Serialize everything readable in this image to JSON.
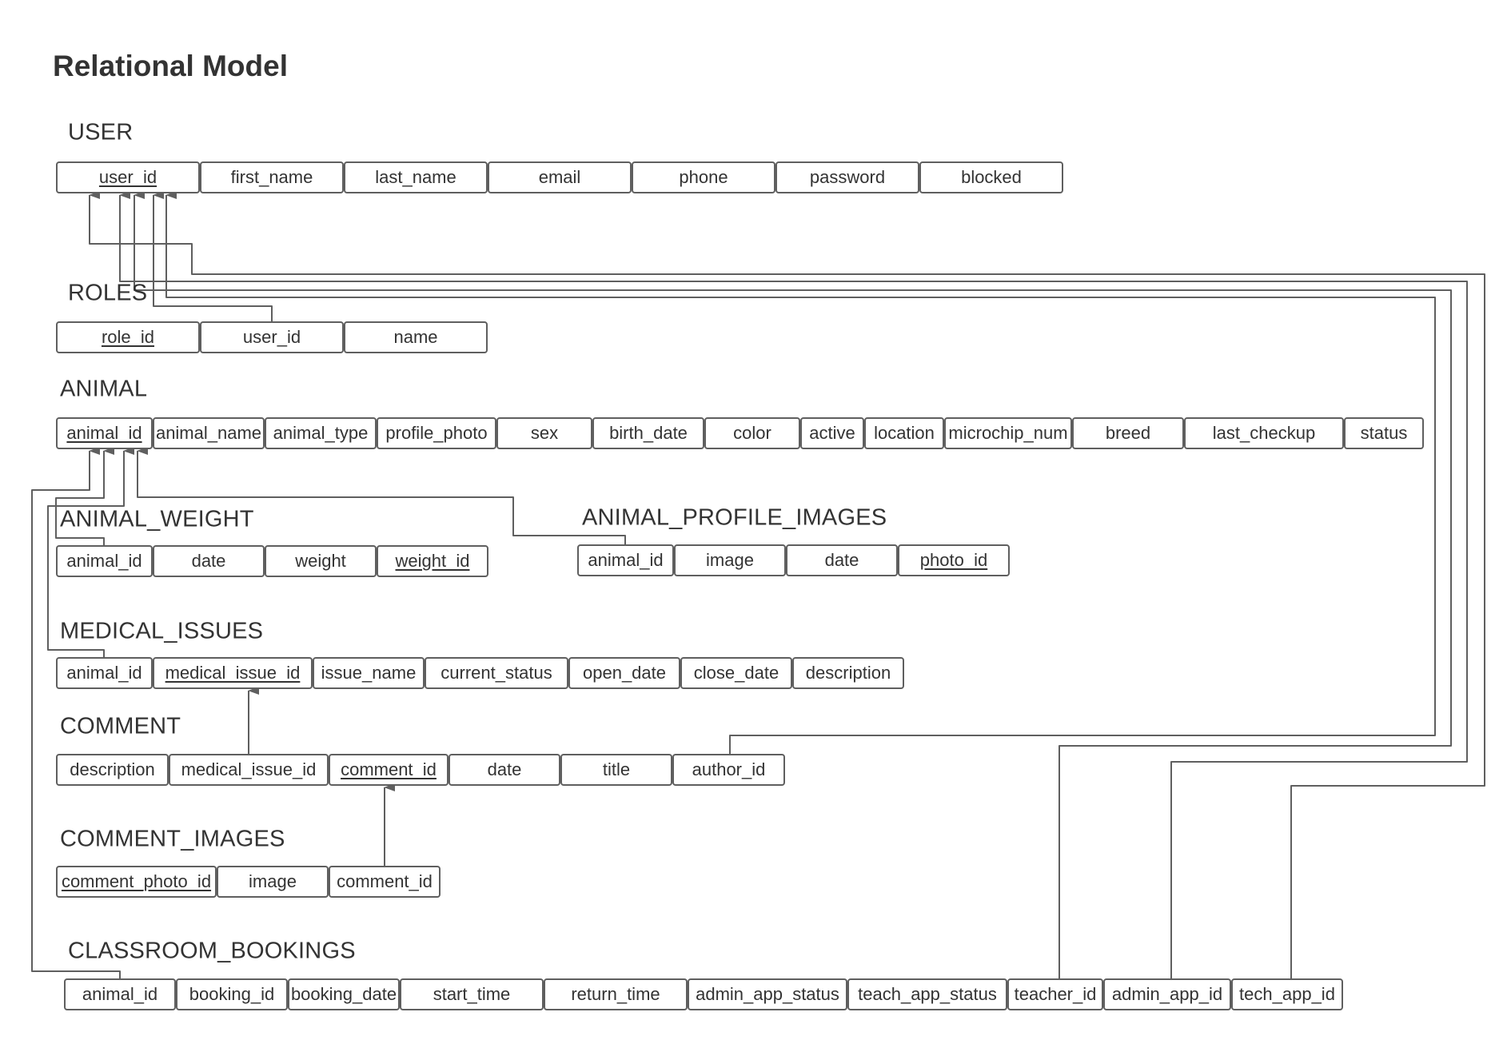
{
  "diagram": {
    "title": "Relational Model",
    "line_color": "#5f5f5f",
    "tables": [
      {
        "id": "user",
        "name": "USER",
        "columns": [
          {
            "label": "user_id",
            "pk": true
          },
          {
            "label": "first_name"
          },
          {
            "label": "last_name"
          },
          {
            "label": "email"
          },
          {
            "label": "phone"
          },
          {
            "label": "password"
          },
          {
            "label": "blocked"
          }
        ]
      },
      {
        "id": "roles",
        "name": "ROLES",
        "columns": [
          {
            "label": "role_id",
            "pk": true
          },
          {
            "label": "user_id"
          },
          {
            "label": "name"
          }
        ]
      },
      {
        "id": "animal",
        "name": "ANIMAL",
        "columns": [
          {
            "label": "animal_id",
            "pk": true
          },
          {
            "label": "animal_name"
          },
          {
            "label": "animal_type"
          },
          {
            "label": "profile_photo"
          },
          {
            "label": "sex"
          },
          {
            "label": "birth_date"
          },
          {
            "label": "color"
          },
          {
            "label": "active"
          },
          {
            "label": "location"
          },
          {
            "label": "microchip_num"
          },
          {
            "label": "breed"
          },
          {
            "label": "last_checkup"
          },
          {
            "label": "status"
          }
        ]
      },
      {
        "id": "animal_weight",
        "name": "ANIMAL_WEIGHT",
        "columns": [
          {
            "label": "animal_id"
          },
          {
            "label": "date"
          },
          {
            "label": "weight"
          },
          {
            "label": "weight_id",
            "pk": true
          }
        ]
      },
      {
        "id": "animal_profile_images",
        "name": "ANIMAL_PROFILE_IMAGES",
        "columns": [
          {
            "label": "animal_id"
          },
          {
            "label": "image"
          },
          {
            "label": "date"
          },
          {
            "label": "photo_id",
            "pk": true
          }
        ]
      },
      {
        "id": "medical_issues",
        "name": "MEDICAL_ISSUES",
        "columns": [
          {
            "label": "animal_id"
          },
          {
            "label": "medical_issue_id",
            "pk": true
          },
          {
            "label": "issue_name"
          },
          {
            "label": "current_status"
          },
          {
            "label": "open_date"
          },
          {
            "label": "close_date"
          },
          {
            "label": "description"
          }
        ]
      },
      {
        "id": "comment",
        "name": "COMMENT",
        "columns": [
          {
            "label": "description"
          },
          {
            "label": "medical_issue_id"
          },
          {
            "label": "comment_id",
            "pk": true
          },
          {
            "label": "date"
          },
          {
            "label": "title"
          },
          {
            "label": "author_id"
          }
        ]
      },
      {
        "id": "comment_images",
        "name": "COMMENT_IMAGES",
        "columns": [
          {
            "label": "comment_photo_id",
            "pk": true
          },
          {
            "label": "image"
          },
          {
            "label": "comment_id"
          }
        ]
      },
      {
        "id": "classroom_bookings",
        "name": "CLASSROOM_BOOKINGS",
        "columns": [
          {
            "label": "animal_id"
          },
          {
            "label": "booking_id"
          },
          {
            "label": "booking_date"
          },
          {
            "label": "start_time"
          },
          {
            "label": "return_time"
          },
          {
            "label": "admin_app_status"
          },
          {
            "label": "teach_app_status"
          },
          {
            "label": "teacher_id"
          },
          {
            "label": "admin_app_id"
          },
          {
            "label": "tech_app_id"
          }
        ]
      }
    ],
    "relationships": [
      {
        "from": "roles.user_id",
        "to": "user.user_id"
      },
      {
        "from": "comment.author_id",
        "to": "user.user_id"
      },
      {
        "from": "classroom_bookings.teacher_id",
        "to": "user.user_id"
      },
      {
        "from": "classroom_bookings.admin_app_id",
        "to": "user.user_id"
      },
      {
        "from": "classroom_bookings.tech_app_id",
        "to": "user.user_id"
      },
      {
        "from": "classroom_bookings.animal_id",
        "to": "animal.animal_id"
      },
      {
        "from": "animal_weight.animal_id",
        "to": "animal.animal_id"
      },
      {
        "from": "medical_issues.animal_id",
        "to": "animal.animal_id"
      },
      {
        "from": "animal_profile_images.animal_id",
        "to": "animal.animal_id"
      },
      {
        "from": "comment.medical_issue_id",
        "to": "medical_issues.medical_issue_id"
      },
      {
        "from": "comment_images.comment_id",
        "to": "comment.comment_id"
      }
    ]
  }
}
